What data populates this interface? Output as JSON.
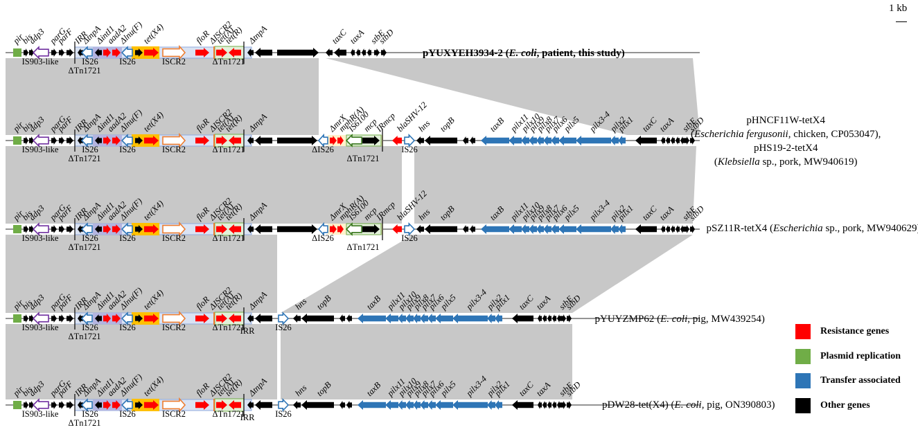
{
  "scale": {
    "label": "1 kb"
  },
  "colors": {
    "resistance": "#ff0000",
    "replication": "#70ad47",
    "transfer": "#2e75b6",
    "other": "#000000",
    "shade": "#c8c8c8",
    "yellow": "#ffc000",
    "lightblue": "#dae3f3",
    "lightgreen": "#e2f0d9",
    "lavender": "#b4b4e0",
    "lightyellow": "#fff2cc",
    "orange": "#ed7d31",
    "purple": "#7030a0"
  },
  "legend": [
    {
      "label": "Resistance genes",
      "color": "#ff0000"
    },
    {
      "label": "Plasmid replication",
      "color": "#70ad47"
    },
    {
      "label": "Transfer associated",
      "color": "#2e75b6"
    },
    {
      "label": "Other genes",
      "color": "#000000"
    }
  ],
  "rows": [
    {
      "lines": [
        {
          "segs": [
            {
              "text": "pYUXYEH3934-2 ("
            },
            {
              "text": "E. coli",
              "i": true
            },
            {
              "text": ", patient, this study)"
            }
          ]
        }
      ],
      "bold": true
    },
    {
      "lines": [
        {
          "segs": [
            {
              "text": "pHNCF11W-tetX4"
            }
          ]
        },
        {
          "segs": [
            {
              "text": "("
            },
            {
              "text": "Escherichia fergusonii",
              "i": true
            },
            {
              "text": ", chicken, CP053047),"
            }
          ]
        },
        {
          "segs": [
            {
              "text": "pHS19-2-tetX4"
            }
          ]
        },
        {
          "segs": [
            {
              "text": "("
            },
            {
              "text": "Klebsiella",
              "i": true
            },
            {
              "text": " sp., pork, MW940619)"
            }
          ]
        }
      ]
    },
    {
      "lines": [
        {
          "segs": [
            {
              "text": "pSZ11R-tetX4 ("
            },
            {
              "text": "Escherichia",
              "i": true
            },
            {
              "text": " sp., pork, MW940629)"
            }
          ]
        }
      ]
    },
    {
      "lines": [
        {
          "segs": [
            {
              "text": "pYUYZMP62 ("
            },
            {
              "text": "E. coli",
              "i": true
            },
            {
              "text": ", pig, MW439254)"
            }
          ]
        }
      ]
    },
    {
      "lines": [
        {
          "segs": [
            {
              "text": "pDW28-tet(X4) ("
            },
            {
              "text": "E. coli",
              "i": true
            },
            {
              "text": ", pig, ON390803)"
            }
          ]
        }
      ]
    }
  ],
  "labels": {
    "common_above": [
      "pir",
      "bis",
      "ddp3",
      "parG",
      "parF",
      "IRR",
      "ΔtnpA",
      "ΔintI1",
      "aadA2",
      "Δlnu(F)",
      "tet(X4)",
      "floR",
      "ΔISCR2",
      "tet(A)",
      "tet(R)",
      "ΔtnpA"
    ],
    "common_below": [
      "IS903-like",
      "IS26",
      "ΔTn1721",
      "IS26",
      "ISCR2",
      "ΔTn1721",
      "IRR"
    ],
    "row1_tail": [
      "taxC",
      "taxA",
      "stbE",
      "stbD"
    ],
    "mid_insert": [
      "ΔmrX",
      "mphR(A)",
      "IS6100",
      "mcp",
      "IRmcp",
      "blaSHV-12",
      "ΔIS26",
      "ΔTn1721",
      "IS26"
    ],
    "transfer_region": [
      "hns",
      "topB",
      "taxB",
      "pilx11",
      "pilx10",
      "pilx9",
      "pilx8",
      "pilx7",
      "pilx6",
      "pilx5",
      "pilx3-4",
      "pilx2",
      "pilx1",
      "taxC",
      "taxA",
      "stbE",
      "stbD"
    ]
  }
}
